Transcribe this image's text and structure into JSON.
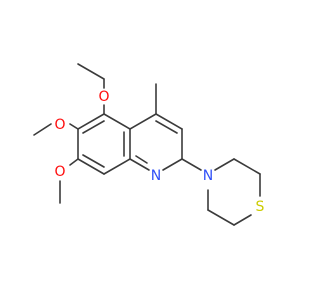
{
  "molecule": {
    "atoms": {
      "o_top": "O",
      "o_mid": "O",
      "o_low": "O",
      "n_ring": "N",
      "n_thio": "N",
      "s_thio": "S"
    },
    "colors": {
      "bond": "#3b3b3b",
      "oxygen": "#ff0d0d",
      "nitrogen": "#3050f8",
      "sulfur": "#cccc00"
    }
  }
}
